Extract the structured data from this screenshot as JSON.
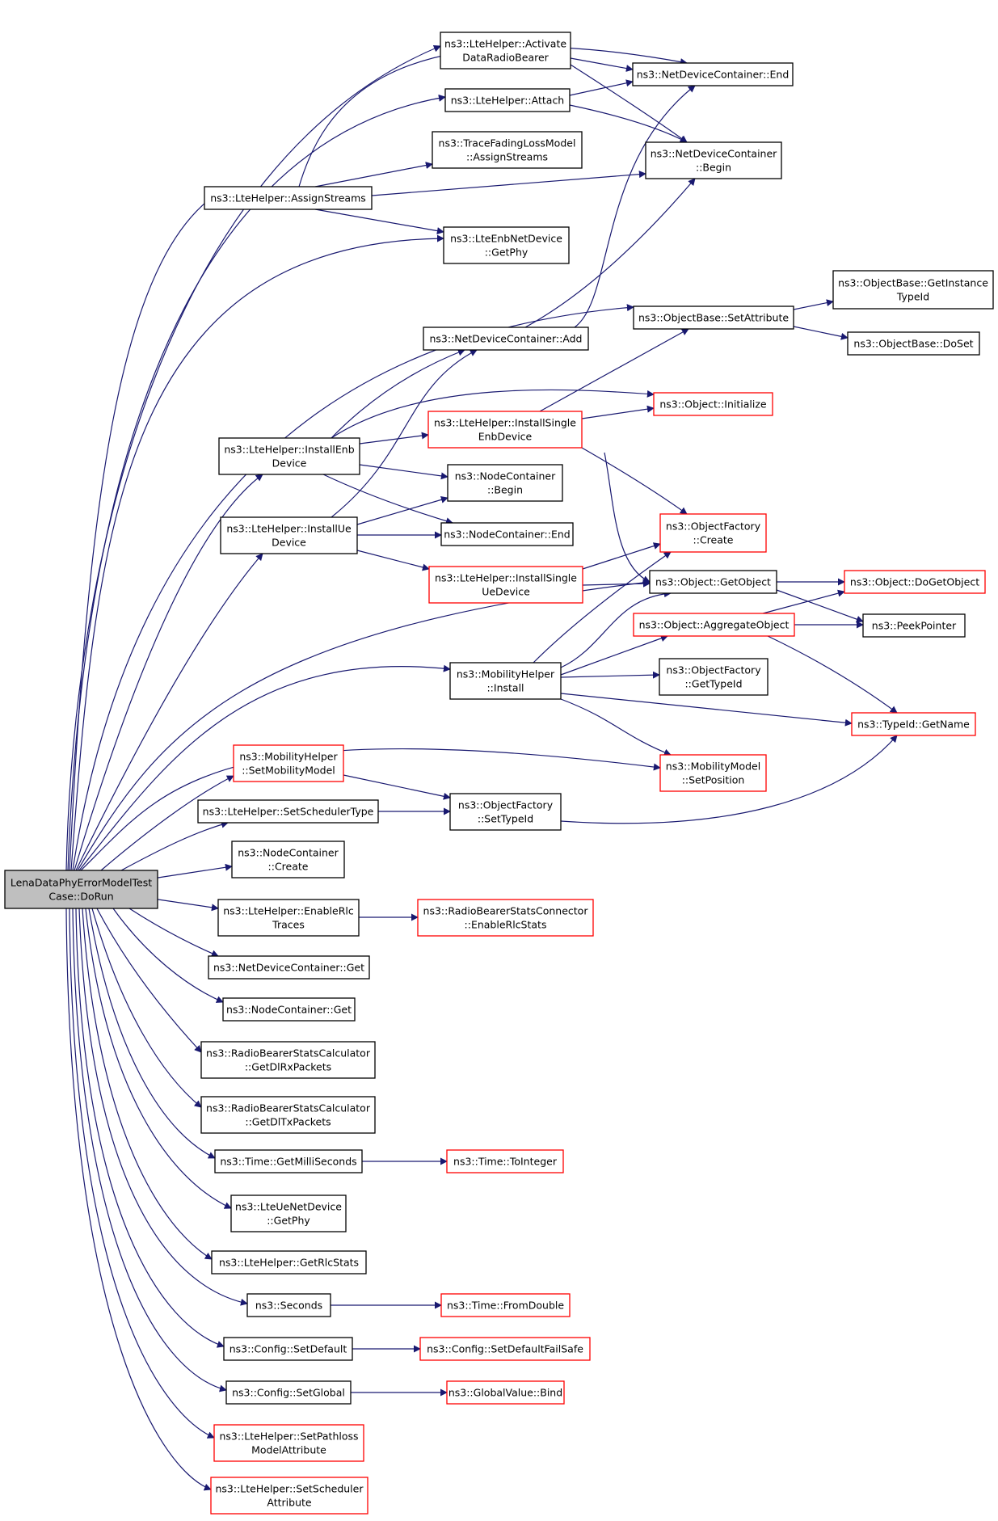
{
  "colors": {
    "edge": "#191970",
    "root_fill": "#bfbfbf",
    "node_fill": "#ffffff",
    "node_border": "#000000",
    "external_border": "#ff0000"
  },
  "nodes": [
    {
      "id": "root",
      "lines": [
        "LenaDataPhyErrorModelTest",
        "Case::DoRun"
      ],
      "kind": "root"
    },
    {
      "id": "activate",
      "lines": [
        "ns3::LteHelper::Activate",
        "DataRadioBearer"
      ],
      "kind": "normal"
    },
    {
      "id": "ndc_end",
      "lines": [
        "ns3::NetDeviceContainer::End"
      ],
      "kind": "normal"
    },
    {
      "id": "attach",
      "lines": [
        "ns3::LteHelper::Attach"
      ],
      "kind": "normal"
    },
    {
      "id": "ndc_begin",
      "lines": [
        "ns3::NetDeviceContainer",
        "::Begin"
      ],
      "kind": "normal"
    },
    {
      "id": "trace_fading",
      "lines": [
        "ns3::TraceFadingLossModel",
        "::AssignStreams"
      ],
      "kind": "normal"
    },
    {
      "id": "assign_streams",
      "lines": [
        "ns3::LteHelper::AssignStreams"
      ],
      "kind": "normal"
    },
    {
      "id": "enb_getphy",
      "lines": [
        "ns3::LteEnbNetDevice",
        "::GetPhy"
      ],
      "kind": "normal"
    },
    {
      "id": "ob_getinstance",
      "lines": [
        "ns3::ObjectBase::GetInstance",
        "TypeId"
      ],
      "kind": "normal"
    },
    {
      "id": "ob_setattribute",
      "lines": [
        "ns3::ObjectBase::SetAttribute"
      ],
      "kind": "normal"
    },
    {
      "id": "ndc_add",
      "lines": [
        "ns3::NetDeviceContainer::Add"
      ],
      "kind": "normal"
    },
    {
      "id": "ob_doset",
      "lines": [
        "ns3::ObjectBase::DoSet"
      ],
      "kind": "normal"
    },
    {
      "id": "install_single_enb",
      "lines": [
        "ns3::LteHelper::InstallSingle",
        "EnbDevice"
      ],
      "kind": "external"
    },
    {
      "id": "obj_initialize",
      "lines": [
        "ns3::Object::Initialize"
      ],
      "kind": "external"
    },
    {
      "id": "install_enb",
      "lines": [
        "ns3::LteHelper::InstallEnb",
        "Device"
      ],
      "kind": "normal"
    },
    {
      "id": "nc_begin",
      "lines": [
        "ns3::NodeContainer",
        "::Begin"
      ],
      "kind": "normal"
    },
    {
      "id": "install_ue",
      "lines": [
        "ns3::LteHelper::InstallUe",
        "Device"
      ],
      "kind": "normal"
    },
    {
      "id": "nc_end",
      "lines": [
        "ns3::NodeContainer::End"
      ],
      "kind": "normal"
    },
    {
      "id": "of_create",
      "lines": [
        "ns3::ObjectFactory",
        "::Create"
      ],
      "kind": "external"
    },
    {
      "id": "install_single_ue",
      "lines": [
        "ns3::LteHelper::InstallSingle",
        "UeDevice"
      ],
      "kind": "external"
    },
    {
      "id": "obj_getobject",
      "lines": [
        "ns3::Object::GetObject"
      ],
      "kind": "normal"
    },
    {
      "id": "obj_dogetobject",
      "lines": [
        "ns3::Object::DoGetObject"
      ],
      "kind": "external"
    },
    {
      "id": "obj_aggregate",
      "lines": [
        "ns3::Object::AggregateObject"
      ],
      "kind": "external"
    },
    {
      "id": "peekpointer",
      "lines": [
        "ns3::PeekPointer"
      ],
      "kind": "normal"
    },
    {
      "id": "mobility_install",
      "lines": [
        "ns3::MobilityHelper",
        "::Install"
      ],
      "kind": "normal"
    },
    {
      "id": "of_gettypeid",
      "lines": [
        "ns3::ObjectFactory",
        "::GetTypeId"
      ],
      "kind": "normal"
    },
    {
      "id": "typeid_getname",
      "lines": [
        "ns3::TypeId::GetName"
      ],
      "kind": "external"
    },
    {
      "id": "mm_setposition",
      "lines": [
        "ns3::MobilityModel",
        "::SetPosition"
      ],
      "kind": "external"
    },
    {
      "id": "mh_setmobility",
      "lines": [
        "ns3::MobilityHelper",
        "::SetMobilityModel"
      ],
      "kind": "external"
    },
    {
      "id": "lte_setscheduler",
      "lines": [
        "ns3::LteHelper::SetSchedulerType"
      ],
      "kind": "normal"
    },
    {
      "id": "of_settypeid",
      "lines": [
        "ns3::ObjectFactory",
        "::SetTypeId"
      ],
      "kind": "normal"
    },
    {
      "id": "nc_create",
      "lines": [
        "ns3::NodeContainer",
        "::Create"
      ],
      "kind": "normal"
    },
    {
      "id": "enable_rlc",
      "lines": [
        "ns3::LteHelper::EnableRlc",
        "Traces"
      ],
      "kind": "normal"
    },
    {
      "id": "rbsc_enable",
      "lines": [
        "ns3::RadioBearerStatsConnector",
        "::EnableRlcStats"
      ],
      "kind": "external"
    },
    {
      "id": "ndc_get",
      "lines": [
        "ns3::NetDeviceContainer::Get"
      ],
      "kind": "normal"
    },
    {
      "id": "nc_get",
      "lines": [
        "ns3::NodeContainer::Get"
      ],
      "kind": "normal"
    },
    {
      "id": "rbscalc_rx",
      "lines": [
        "ns3::RadioBearerStatsCalculator",
        "::GetDlRxPackets"
      ],
      "kind": "normal"
    },
    {
      "id": "rbscalc_tx",
      "lines": [
        "ns3::RadioBearerStatsCalculator",
        "::GetDlTxPackets"
      ],
      "kind": "normal"
    },
    {
      "id": "time_getms",
      "lines": [
        "ns3::Time::GetMilliSeconds"
      ],
      "kind": "normal"
    },
    {
      "id": "time_tointeger",
      "lines": [
        "ns3::Time::ToInteger"
      ],
      "kind": "external"
    },
    {
      "id": "ue_getphy",
      "lines": [
        "ns3::LteUeNetDevice",
        "::GetPhy"
      ],
      "kind": "normal"
    },
    {
      "id": "get_rlcstats",
      "lines": [
        "ns3::LteHelper::GetRlcStats"
      ],
      "kind": "normal"
    },
    {
      "id": "seconds",
      "lines": [
        "ns3::Seconds"
      ],
      "kind": "normal"
    },
    {
      "id": "time_fromdouble",
      "lines": [
        "ns3::Time::FromDouble"
      ],
      "kind": "external"
    },
    {
      "id": "config_setdefault",
      "lines": [
        "ns3::Config::SetDefault"
      ],
      "kind": "normal"
    },
    {
      "id": "config_setdefaultfs",
      "lines": [
        "ns3::Config::SetDefaultFailSafe"
      ],
      "kind": "external"
    },
    {
      "id": "config_setglobal",
      "lines": [
        "ns3::Config::SetGlobal"
      ],
      "kind": "normal"
    },
    {
      "id": "globalvalue_bind",
      "lines": [
        "ns3::GlobalValue::Bind"
      ],
      "kind": "external"
    },
    {
      "id": "set_pathloss",
      "lines": [
        "ns3::LteHelper::SetPathloss",
        "ModelAttribute"
      ],
      "kind": "external"
    },
    {
      "id": "set_sched_attr",
      "lines": [
        "ns3::LteHelper::SetScheduler",
        "Attribute"
      ],
      "kind": "external"
    }
  ]
}
